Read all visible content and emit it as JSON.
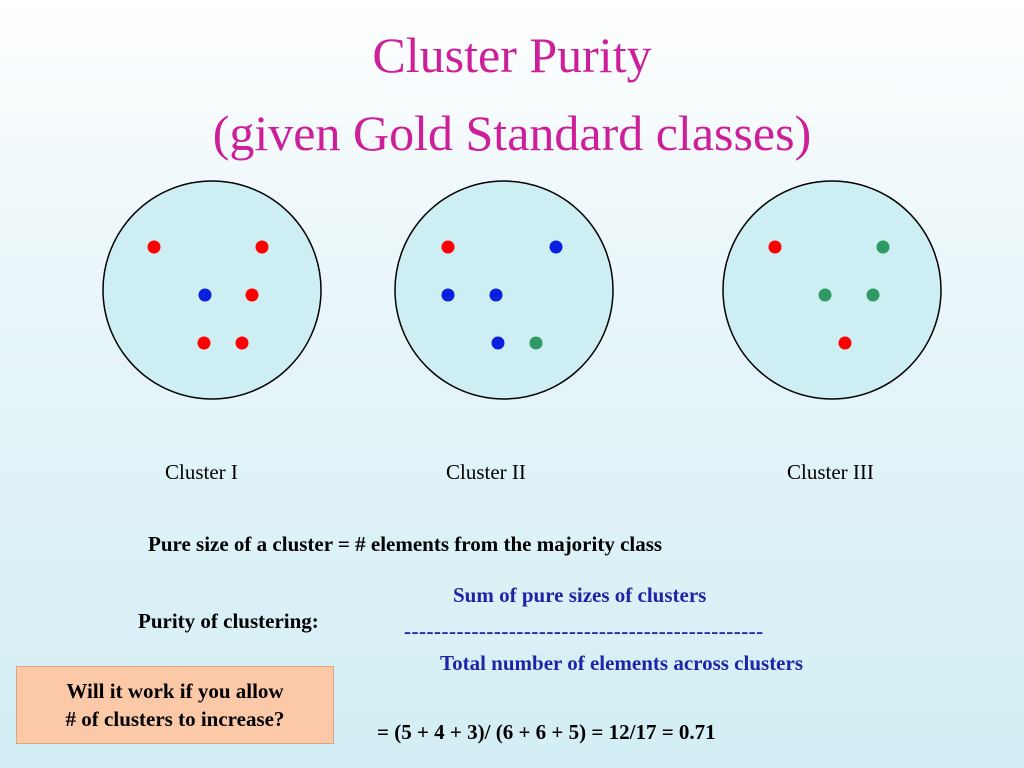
{
  "title": {
    "line1": "Cluster Purity",
    "line2": "(given Gold Standard classes)"
  },
  "colors": {
    "title": "#cc1f99",
    "red": "#ff0000",
    "blue": "#0a1fe0",
    "green": "#2e9a64",
    "cluster_fill": "#cdeef3",
    "formula_text": "#1f23a8",
    "callout_bg": "#fbc9a8"
  },
  "clusters": [
    {
      "label": "Cluster I",
      "points": [
        "red",
        "red",
        "blue",
        "red",
        "red",
        "red"
      ]
    },
    {
      "label": "Cluster II",
      "points": [
        "red",
        "blue",
        "blue",
        "blue",
        "blue",
        "green"
      ]
    },
    {
      "label": "Cluster III",
      "points": [
        "red",
        "green",
        "green",
        "green",
        "red"
      ]
    }
  ],
  "definition": "Pure size of a cluster = # elements from the majority class",
  "purity": {
    "label": "Purity of clustering:",
    "numerator": "Sum of pure sizes of clusters",
    "divider": "------------------------------------------------",
    "denominator": "Total number of elements across clusters",
    "result": "= (5 + 4 + 3)/ (6 + 6 + 5) = 12/17 = 0.71"
  },
  "callout": {
    "line1": "Will it work if you allow",
    "line2": "# of clusters to increase?"
  }
}
